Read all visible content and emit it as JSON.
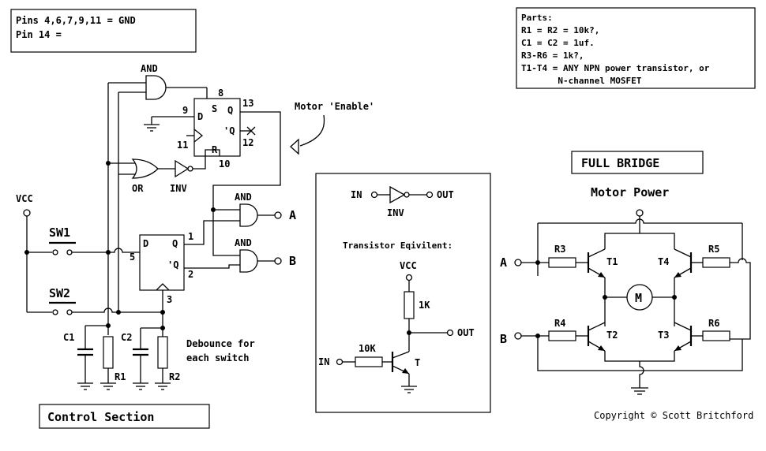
{
  "pins_box": {
    "line1": "Pins 4,6,7,9,11 = GND",
    "line2": "Pin 14 ="
  },
  "parts": {
    "title": "Parts:",
    "lines": [
      "R1 = R2 = 10k?,",
      "C1 = C2 = 1uf.",
      "R3-R6 = 1k?,",
      "T1-T4 = ANY NPN power transistor, or",
      "       N-channel MOSFET"
    ]
  },
  "labels": {
    "and_top": "AND",
    "or": "OR",
    "inv": "INV",
    "and_a": "AND",
    "and_b": "AND",
    "d": "D",
    "s": "S",
    "q": "Q",
    "qbar": "'Q",
    "r": "R",
    "pin8": "8",
    "pin9": "9",
    "pin13": "13",
    "pin11": "11",
    "pin12": "12",
    "pin10": "10",
    "pin5": "5",
    "pin1": "1",
    "pin2": "2",
    "pin3": "3",
    "ff2_d": "D",
    "ff2_q": "Q",
    "ff2_qbar": "'Q",
    "motor_enable": "Motor 'Enable'",
    "vcc": "VCC",
    "sw1": "SW1",
    "sw2": "SW2",
    "c1": "C1",
    "c2": "C2",
    "r1": "R1",
    "r2": "R2",
    "debounce1": "Debounce for",
    "debounce2": "each switch",
    "out_a": "A",
    "out_b": "B",
    "control_section": "Control Section"
  },
  "inset": {
    "in1": "IN",
    "out1": "OUT",
    "inv": "INV",
    "title": "Transistor Eqivilent:",
    "vcc": "VCC",
    "r1k": "1K",
    "out2": "OUT",
    "r10k": "10K",
    "in2": "IN",
    "t": "T"
  },
  "bridge": {
    "title": "FULL BRIDGE",
    "motor_power": "Motor Power",
    "a": "A",
    "b": "B",
    "r3": "R3",
    "r4": "R4",
    "r5": "R5",
    "r6": "R6",
    "t1": "T1",
    "t2": "T2",
    "t3": "T3",
    "t4": "T4",
    "m": "M"
  },
  "copyright": "Copyright © Scott Britchford"
}
